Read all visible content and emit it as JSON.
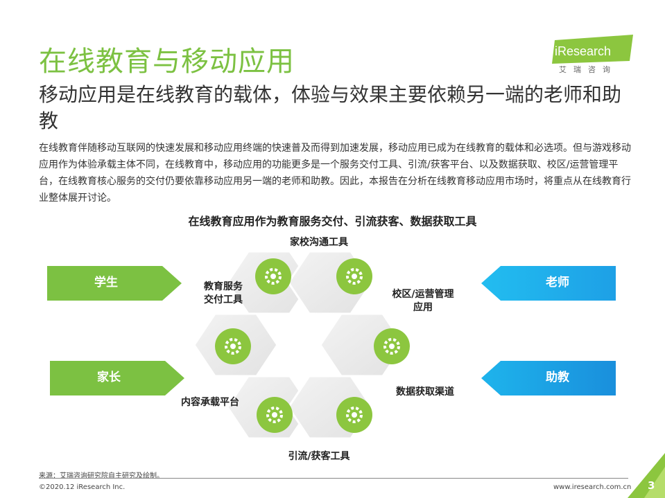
{
  "brand": {
    "logo_text": "iResearch",
    "logo_sub": "艾瑞咨询",
    "accent_green": "#7cc142",
    "accent_blue": "#1ea0e6"
  },
  "header": {
    "title": "在线教育与移动应用",
    "subtitle": "移动应用是在线教育的载体，体验与效果主要依赖另一端的老师和助教",
    "body": "在线教育伴随移动互联网的快速发展和移动应用终端的快速普及而得到加速发展，移动应用已成为在线教育的载体和必选项。但与游戏移动应用作为体验承载主体不同，在线教育中，移动应用的功能更多是一个服务交付工具、引流/获客平台、以及数据获取、校区/运营管理平台，在线教育核心服务的交付仍要依靠移动应用另一端的老师和助教。因此，本报告在分析在线教育移动应用市场时，将重点从在线教育行业整体展开讨论。"
  },
  "diagram": {
    "title": "在线教育应用作为教育服务交付、引流获客、数据获取工具",
    "labels": {
      "top": "家校沟通工具",
      "top_left_line1": "教育服务",
      "top_left_line2": "交付工具",
      "top_right_line1": "校区/运营管理",
      "top_right_line2": "应用",
      "bottom_left": "内容承载平台",
      "bottom_right": "数据获取渠道",
      "bottom": "引流/获客工具"
    },
    "left_arrows": [
      "学生",
      "家长"
    ],
    "right_arrows": [
      "老师",
      "助教"
    ]
  },
  "footer": {
    "source": "来源：艾瑞咨询研究院自主研究及绘制。",
    "copyright": "©2020.12 iResearch Inc.",
    "website": "www.iresearch.com.cn",
    "page": "3"
  }
}
